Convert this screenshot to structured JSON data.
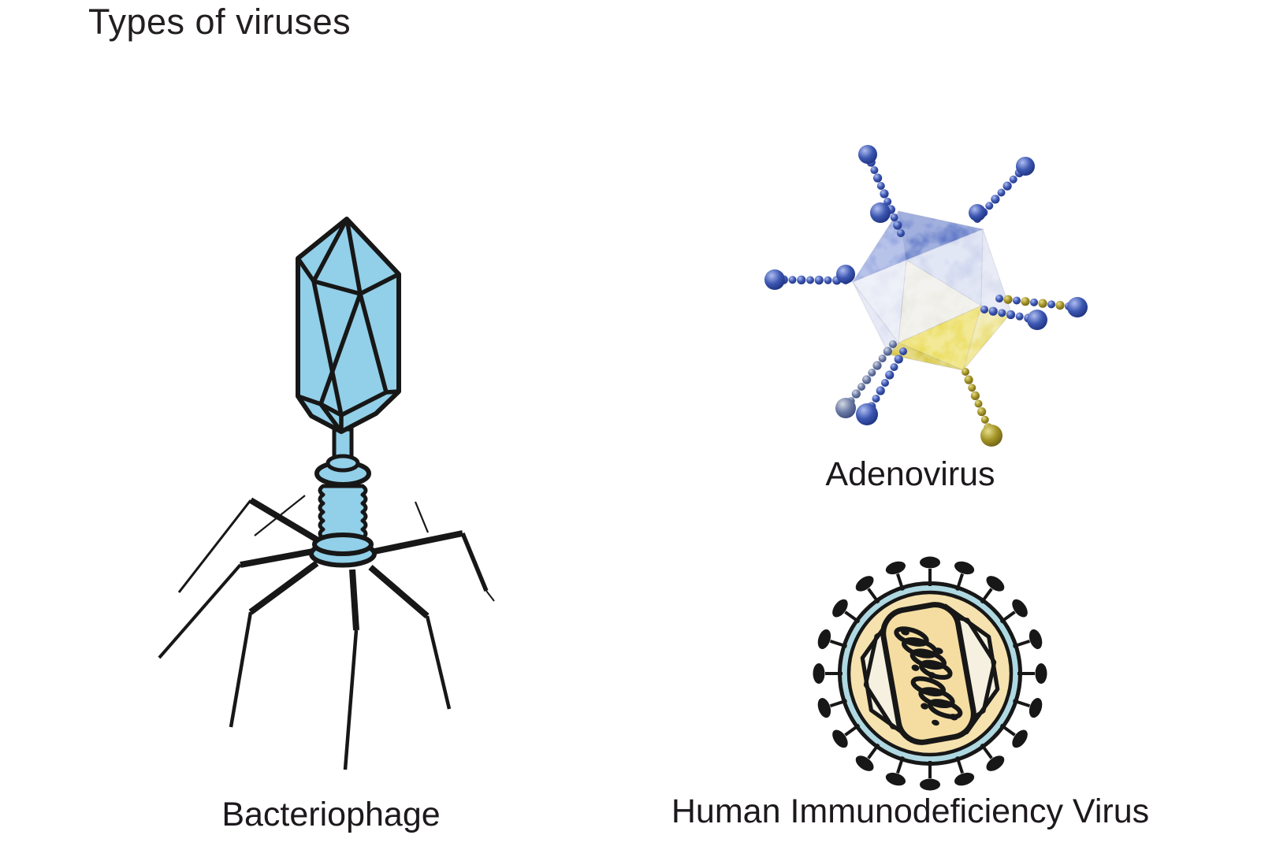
{
  "title": "Types of viruses",
  "viruses": [
    {
      "label": "Bacteriophage"
    },
    {
      "label": "Adenovirus"
    },
    {
      "label": "Human Immunodeficiency Virus"
    }
  ],
  "icons": [
    {
      "name": "bacteriophage-illustration",
      "description": "line drawing of phage with icosahedral head, collar, ribbed sheath, baseplate and jointed tail fibers"
    },
    {
      "name": "adenovirus-illustration",
      "description": "3D icosahedral capsid, blue and gold faces, beaded fiber spikes with terminal knobs"
    },
    {
      "name": "hiv-illustration",
      "description": "spherical enveloped virion with surface spikes, matrix shell and coiled RNA in cone capsid"
    }
  ],
  "colors": {
    "background": "#ffffff",
    "text": "#231f20",
    "outline_black": "#171717",
    "phage_capsid_blue": "#92cfe8",
    "adeno_face_blue": "#5670c4",
    "adeno_face_pale": "#dfe2f0",
    "adeno_face_yellow": "#e8d435",
    "adeno_fiber_olive": "#a89a2e",
    "hiv_envelope_blue": "#afd9e2",
    "hiv_matrix_cream": "#f5f0df",
    "hiv_core_tan": "#f6e2ae"
  }
}
